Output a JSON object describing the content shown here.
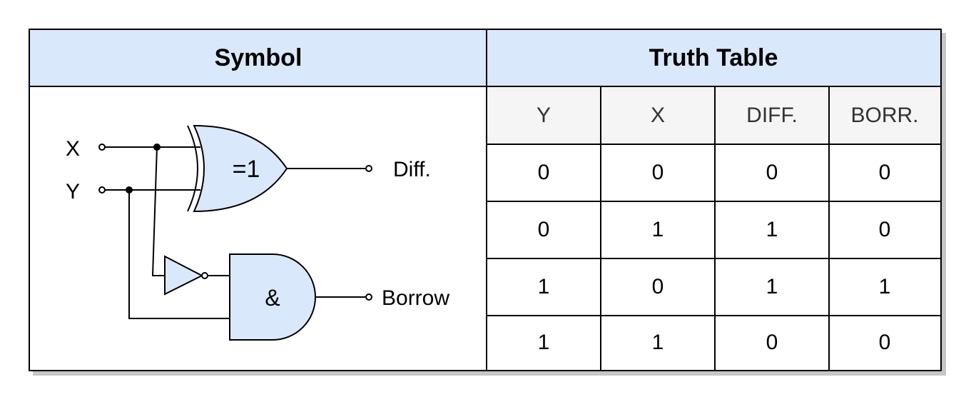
{
  "headers": {
    "symbol": "Symbol",
    "truth_table": "Truth Table"
  },
  "columns": [
    "Y",
    "X",
    "DIFF.",
    "BORR."
  ],
  "rows": [
    [
      "0",
      "0",
      "0",
      "0"
    ],
    [
      "0",
      "1",
      "1",
      "0"
    ],
    [
      "1",
      "0",
      "1",
      "1"
    ],
    [
      "1",
      "1",
      "0",
      "0"
    ]
  ],
  "circuit": {
    "input_x": "X",
    "input_y": "Y",
    "xor_label": "=1",
    "and_label": "&",
    "output_diff": "Diff.",
    "output_borrow": "Borrow"
  },
  "colors": {
    "header_fill": "#dae8fc",
    "column_header_fill": "#f5f5f5",
    "gate_fill": "#dae8fc",
    "shadow": "#c6c6c6"
  }
}
